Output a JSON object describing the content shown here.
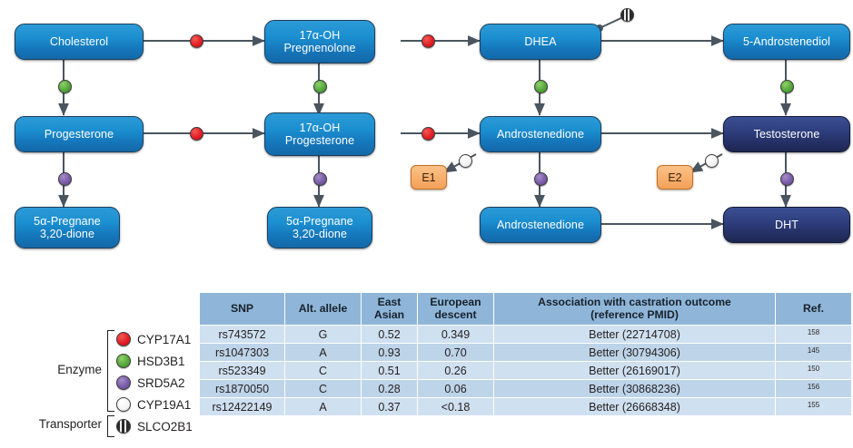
{
  "diagram": {
    "nodes": [
      {
        "id": "cholesterol",
        "label": "Cholesterol",
        "dark": false
      },
      {
        "id": "17oh-pregnenolone",
        "label": "17α-OH\nPregnenolone",
        "dark": false
      },
      {
        "id": "dhea",
        "label": "DHEA",
        "dark": false
      },
      {
        "id": "5-androstenediol",
        "label": "5-Androstenediol",
        "dark": false
      },
      {
        "id": "progesterone",
        "label": "Progesterone",
        "dark": false
      },
      {
        "id": "17oh-progesterone",
        "label": "17α-OH\nProgesterone",
        "dark": false
      },
      {
        "id": "androstenedione",
        "label": "Androstenedione",
        "dark": false
      },
      {
        "id": "testosterone",
        "label": "Testosterone",
        "dark": true
      },
      {
        "id": "5a-pregnane-left",
        "label": "5α-Pregnane\n3,20-dione",
        "dark": false
      },
      {
        "id": "5a-pregnane-mid",
        "label": "5α-Pregnane\n3,20-dione",
        "dark": false
      },
      {
        "id": "androstanedione",
        "label": "Androstenedione",
        "dark": false
      },
      {
        "id": "dht",
        "label": "DHT",
        "dark": true
      }
    ],
    "labels": {
      "cholesterol": "Cholesterol",
      "pregnenolone17oh": "17α-OH\nPregnenolone",
      "pregnenolone17oh_l1": "17α-OH",
      "pregnenolone17oh_l2": "Pregnenolone",
      "dhea": "DHEA",
      "androstenediol5": "5-Androstenediol",
      "progesterone": "Progesterone",
      "progesterone17oh_l1": "17α-OH",
      "progesterone17oh_l2": "Progesterone",
      "androstenedione": "Androstenedione",
      "testosterone": "Testosterone",
      "pregnane_l1": "5α-Pregnane",
      "pregnane_l2": "3,20-dione",
      "androstanedione": "Androstenedione",
      "dht": "DHT",
      "e1": "E1",
      "e2": "E2"
    },
    "colors": {
      "node_blue": "#1b8fd0",
      "node_dark": "#2f3f7f",
      "estrogen_box": "#f8b271",
      "enzyme_red": "#e31e24",
      "enzyme_green": "#55a83c",
      "enzyme_purple": "#7a5ca8",
      "enzyme_white": "#ffffff",
      "transporter_striped": "#2b2b2b",
      "arrow": "#4a5560"
    }
  },
  "legend": {
    "groups": [
      {
        "name": "Enzyme",
        "label": "Enzyme"
      },
      {
        "name": "Transporter",
        "label": "Transporter"
      }
    ],
    "items": [
      {
        "marker": "red",
        "gene": "CYP17A1"
      },
      {
        "marker": "green",
        "gene": "HSD3B1"
      },
      {
        "marker": "purple",
        "gene": "SRD5A2"
      },
      {
        "marker": "white",
        "gene": "CYP19A1"
      },
      {
        "marker": "striped",
        "gene": "SLCO2B1"
      }
    ]
  },
  "table": {
    "headers": [
      "SNP",
      "Alt. allele",
      "East\nAsian",
      "European\ndescent",
      "Association with castration outcome\n(reference PMID)",
      "Ref."
    ],
    "headers_lines": {
      "snp": "SNP",
      "alt_allele": "Alt. allele",
      "east_asian_l1": "East",
      "east_asian_l2": "Asian",
      "european_l1": "European",
      "european_l2": "descent",
      "association_l1": "Association with castration outcome",
      "association_l2": "(reference PMID)",
      "ref": "Ref."
    },
    "rows": [
      {
        "snp": "rs743572",
        "allele": "G",
        "east_asian": "0.52",
        "european": "0.349",
        "association": "Better (22714708)",
        "ref": "158"
      },
      {
        "snp": "rs1047303",
        "allele": "A",
        "east_asian": "0.93",
        "european": "0.70",
        "association": "Better (30794306)",
        "ref": "145"
      },
      {
        "snp": "rs523349",
        "allele": "C",
        "east_asian": "0.51",
        "european": "0.26",
        "association": "Better (26169017)",
        "ref": "150"
      },
      {
        "snp": "rs1870050",
        "allele": "C",
        "east_asian": "0.28",
        "european": "0.06",
        "association": "Better (30868236)",
        "ref": "156"
      },
      {
        "snp": "rs12422149",
        "allele": "A",
        "east_asian": "0.37",
        "european": "<0.18",
        "association": "Better (26668348)",
        "ref": "155"
      }
    ],
    "colors": {
      "header_bg": "#8fb6d9",
      "row_odd_bg": "#cfe0f0",
      "row_even_bg": "#bed4e9"
    }
  }
}
